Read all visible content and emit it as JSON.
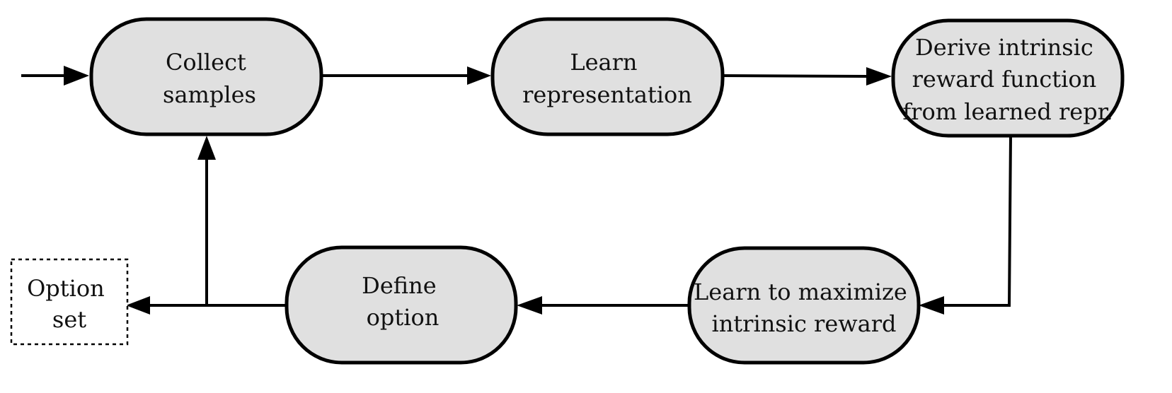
{
  "nodes": {
    "collect": {
      "lines": [
        "Collect",
        "samples"
      ]
    },
    "learn_repr": {
      "lines": [
        "Learn",
        "representation"
      ]
    },
    "derive": {
      "lines": [
        "Derive intrinsic",
        "reward function",
        "from learned repr."
      ]
    },
    "maximize": {
      "lines": [
        "Learn to maximize",
        "intrinsic reward"
      ]
    },
    "define": {
      "lines": [
        "Define",
        "option"
      ]
    },
    "option_set": {
      "lines": [
        "Option",
        "set"
      ]
    }
  },
  "colors": {
    "node_fill": "#e0e0e0",
    "stroke": "#000000",
    "background": "#ffffff"
  }
}
